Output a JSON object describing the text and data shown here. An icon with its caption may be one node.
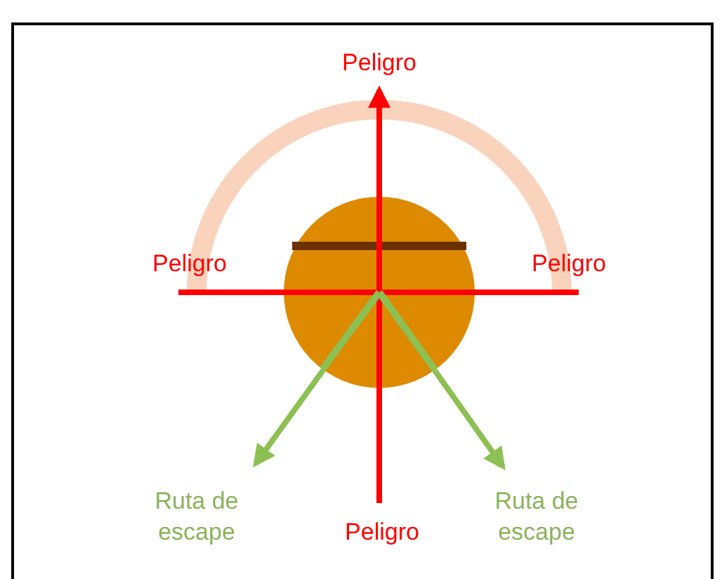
{
  "diagram": {
    "nodes": [
      {
        "text": [
          "Peligro"
        ]
      },
      {
        "text": [
          "Peligro"
        ]
      },
      {
        "text": [],
        "shape": "circle"
      },
      {
        "text": [
          "Peligro"
        ]
      },
      {
        "text": [
          "Ruta de escape"
        ]
      },
      {
        "text": [
          "Peligro"
        ]
      },
      {
        "text": [
          "Ruta de escape"
        ]
      }
    ],
    "edges": [
      {
        "from": 2,
        "to": 0,
        "arrow": "to"
      },
      {
        "from": 2,
        "to": 1,
        "arrow": "none"
      },
      {
        "from": 2,
        "to": 3,
        "arrow": "none"
      },
      {
        "from": 2,
        "to": 4,
        "arrow": "to",
        "color": "#8dc052"
      },
      {
        "from": 2,
        "to": 5,
        "arrow": "none"
      },
      {
        "from": 2,
        "to": 6,
        "arrow": "to",
        "color": "#8dc052"
      }
    ]
  }
}
